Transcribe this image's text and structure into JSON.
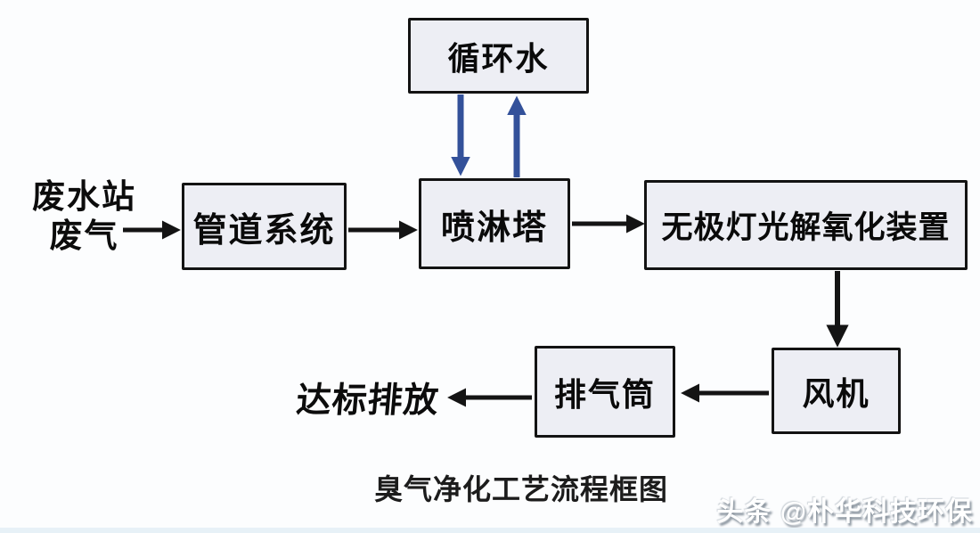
{
  "diagram": {
    "title": "臭气净化工艺流程框图",
    "watermark": "头条 @朴华科技环保",
    "source_label": "废水站\n废气",
    "output_label": "达标排放",
    "nodes": {
      "circulating_water": "循环水",
      "pipe_system": "管道系统",
      "spray_tower": "喷淋塔",
      "photolysis_oxidation_unit": "无极灯光解氧化装置",
      "fan": "风机",
      "exhaust_stack": "排气筒"
    },
    "edges": [
      {
        "from": "废水站废气",
        "to": "管道系统",
        "style": "black-arrow"
      },
      {
        "from": "管道系统",
        "to": "喷淋塔",
        "style": "black-arrow"
      },
      {
        "from": "喷淋塔",
        "to": "无极灯光解氧化装置",
        "style": "black-arrow"
      },
      {
        "from": "无极灯光解氧化装置",
        "to": "风机",
        "style": "black-arrow"
      },
      {
        "from": "风机",
        "to": "排气筒",
        "style": "black-arrow"
      },
      {
        "from": "排气筒",
        "to": "达标排放",
        "style": "black-arrow"
      },
      {
        "from": "循环水",
        "to": "喷淋塔",
        "style": "blue-arrow"
      },
      {
        "from": "喷淋塔",
        "to": "循环水",
        "style": "blue-arrow"
      }
    ],
    "colors": {
      "arrow_black": "#141414",
      "arrow_blue": "#33519a",
      "box_fill": "#edeef4",
      "box_border": "#131313",
      "background": "#fcfdfe"
    }
  }
}
